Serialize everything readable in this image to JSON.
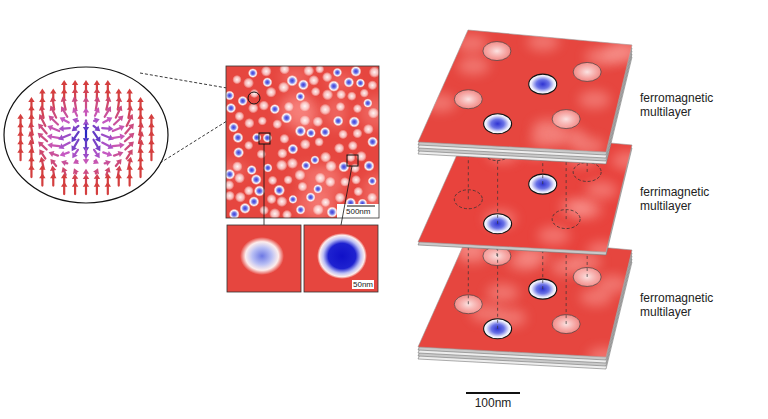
{
  "diagram": {
    "labels": [
      "500nm",
      "50nm",
      "ferromagnetic multilayer",
      "ferrimagnetic multilayer",
      "ferromagnetic multilayer",
      "100nm"
    ]
  }
}
